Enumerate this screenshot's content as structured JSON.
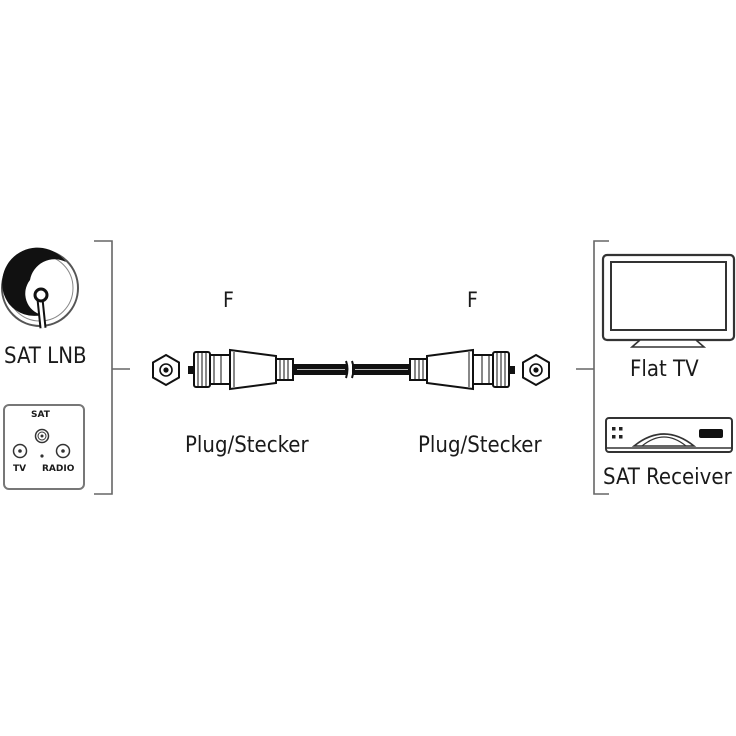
{
  "left": {
    "sat_lnb_label": "SAT LNB",
    "wall_socket": {
      "sat": "SAT",
      "tv": "TV",
      "radio": "RADIO"
    }
  },
  "cable": {
    "left_connector_type": "F",
    "right_connector_type": "F",
    "left_plug_label": "Plug/Stecker",
    "right_plug_label": "Plug/Stecker"
  },
  "right": {
    "flat_tv_label": "Flat TV",
    "sat_receiver_label": "SAT Receiver"
  },
  "colors": {
    "line": "#444444",
    "cable": "#111111",
    "outline": "#555555"
  }
}
